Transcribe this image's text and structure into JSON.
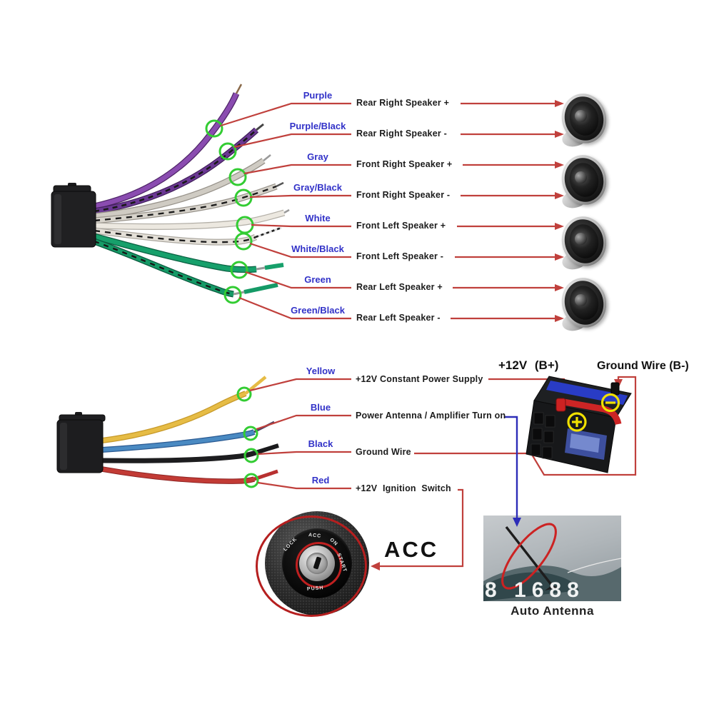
{
  "top_section": {
    "rows": [
      {
        "wire": "Purple",
        "label": "Rear Right Speaker +"
      },
      {
        "wire": "Purple/Black",
        "label": "Rear Right Speaker -"
      },
      {
        "wire": "Gray",
        "label": "Front Right Speaker +"
      },
      {
        "wire": "Gray/Black",
        "label": "Front Right Speaker -"
      },
      {
        "wire": "White",
        "label": "Front Left Speaker +"
      },
      {
        "wire": "White/Black",
        "label": "Front Left Speaker -"
      },
      {
        "wire": "Green",
        "label": "Rear Left Speaker +"
      },
      {
        "wire": "Green/Black",
        "label": "Rear Left Speaker -"
      }
    ]
  },
  "bottom_section": {
    "rows": [
      {
        "wire": "Yellow",
        "label": "+12V Constant Power Supply"
      },
      {
        "wire": "Blue",
        "label": "Power Antenna / Amplifier Turn on"
      },
      {
        "wire": "Black",
        "label": "Ground Wire"
      },
      {
        "wire": "Red",
        "label": "+12V Ignition Switch"
      }
    ],
    "battery": {
      "positive_label": "+12V (B+)",
      "negative_label": "Ground Wire (B-)"
    },
    "ignition": {
      "acc_label": "ACC",
      "dial": {
        "lock": "LOCK",
        "acc": "ACC",
        "on": "ON",
        "start": "START",
        "push": "PUSH"
      }
    },
    "antenna": {
      "caption": "Auto Antenna",
      "watermark": "8 1688"
    }
  },
  "colors": {
    "annotation_red": "#c0403c",
    "annotation_blue": "#2d2db8",
    "circle_green": "#33cc33",
    "wire_label_blue": "#3232c8",
    "text_black": "#1c1c1c",
    "purple": "#8a4cb0",
    "purple_black": "#6b3894",
    "gray": "#cfcbc3",
    "gray_black": "#d8d4cc",
    "white": "#ece8e0",
    "white_black": "#e4e0d8",
    "green": "#17a06b",
    "green_black": "#159a66",
    "yellow": "#e6bc45",
    "blue": "#4a8ac2",
    "black": "#1d1d1f",
    "red": "#c23b35",
    "battery_blue": "#2a3fd4",
    "terminal_yellow": "#f0e000"
  }
}
